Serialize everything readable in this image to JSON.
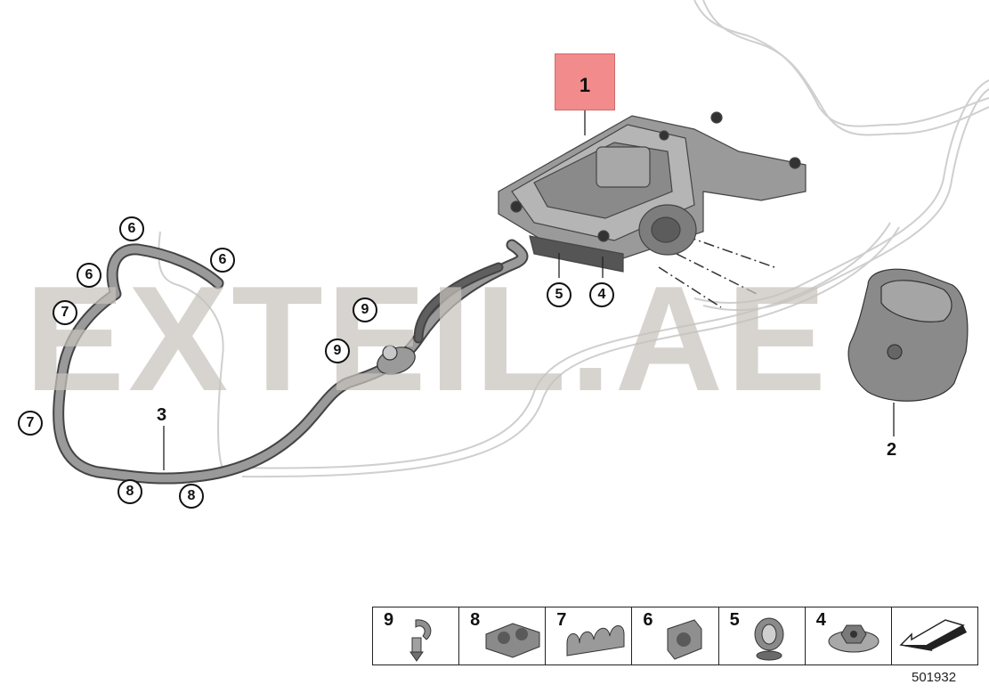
{
  "diagram": {
    "watermark": "EXTEIL.AE",
    "main_callout": "1",
    "part_labels": {
      "p2": "2",
      "p3": "3"
    },
    "callouts": {
      "c6a": "6",
      "c6b": "6",
      "c6c": "6",
      "c7a": "7",
      "c7b": "7",
      "c8a": "8",
      "c8b": "8",
      "c9a": "9",
      "c9b": "9",
      "c5": "5",
      "c4": "4"
    },
    "legend": [
      {
        "num": "9",
        "icon": "push-rivet-clip-icon"
      },
      {
        "num": "8",
        "icon": "double-hose-clip-icon"
      },
      {
        "num": "7",
        "icon": "triple-hose-clip-icon"
      },
      {
        "num": "6",
        "icon": "single-hose-clip-icon"
      },
      {
        "num": "5",
        "icon": "rubber-grommet-icon"
      },
      {
        "num": "4",
        "icon": "hex-nut-icon"
      },
      {
        "num": "",
        "icon": "direction-arrow-icon"
      }
    ],
    "doc_number": "501932"
  }
}
